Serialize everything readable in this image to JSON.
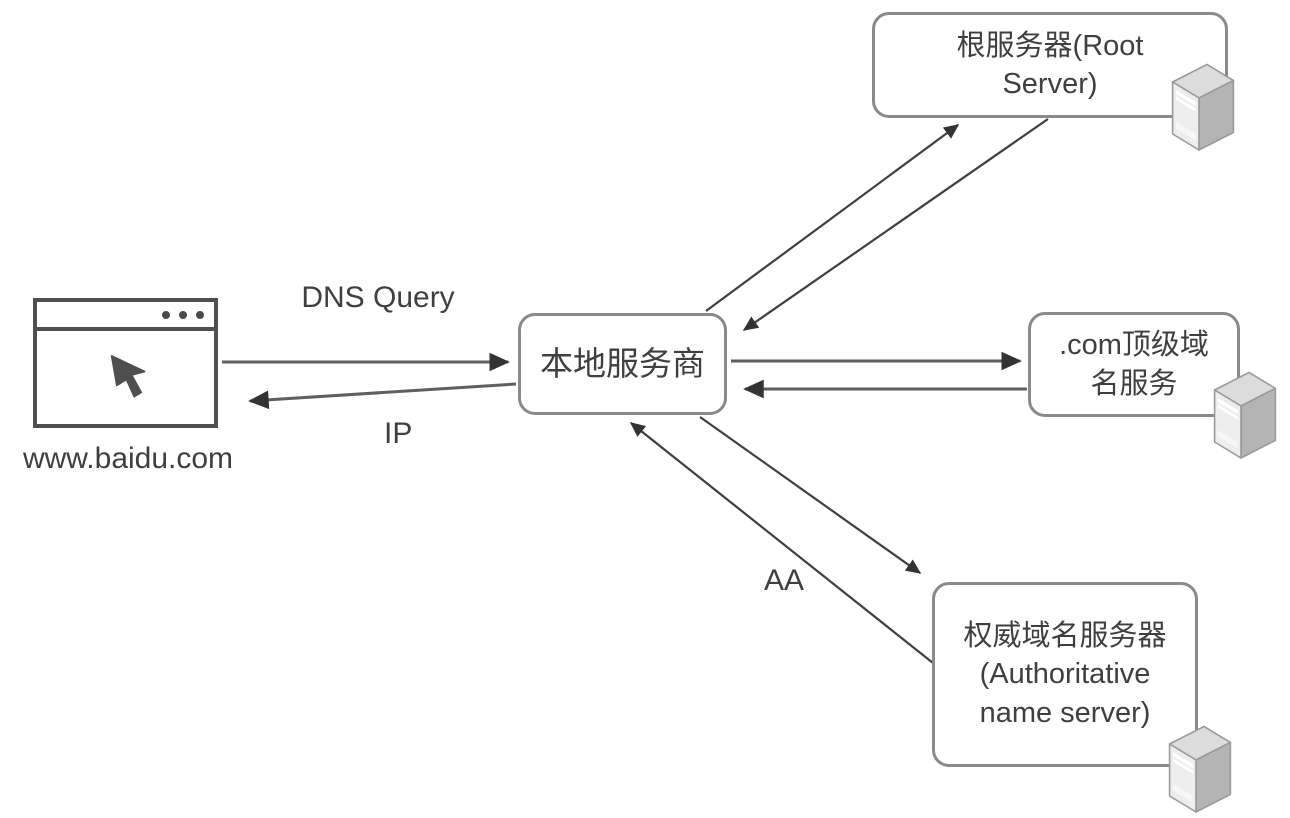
{
  "browser": {
    "caption": "www.baidu.com"
  },
  "nodes": {
    "local": {
      "label": "本地服务商"
    },
    "root": {
      "label": "根服务器(Root Server)"
    },
    "tld": {
      "label": ".com顶级域名服务"
    },
    "auth": {
      "label": "权威域名服务器 (Authoritative name server)"
    }
  },
  "edges": {
    "dns_query": {
      "label": "DNS Query"
    },
    "ip": {
      "label": "IP"
    },
    "aa": {
      "label": "AA"
    }
  },
  "icons": {
    "server": "server-tower-icon",
    "cursor": "mouse-pointer-icon",
    "window_dots": "window-dots-icon"
  },
  "colors": {
    "background": "#ffffff",
    "box_border": "#8a8a8a",
    "browser_border": "#4f4f4f",
    "arrow": "#4a4a4a",
    "text": "#3f3f3f",
    "server_front": "#ededed",
    "server_side": "#b4b4b4",
    "server_top": "#dcdcdc"
  }
}
